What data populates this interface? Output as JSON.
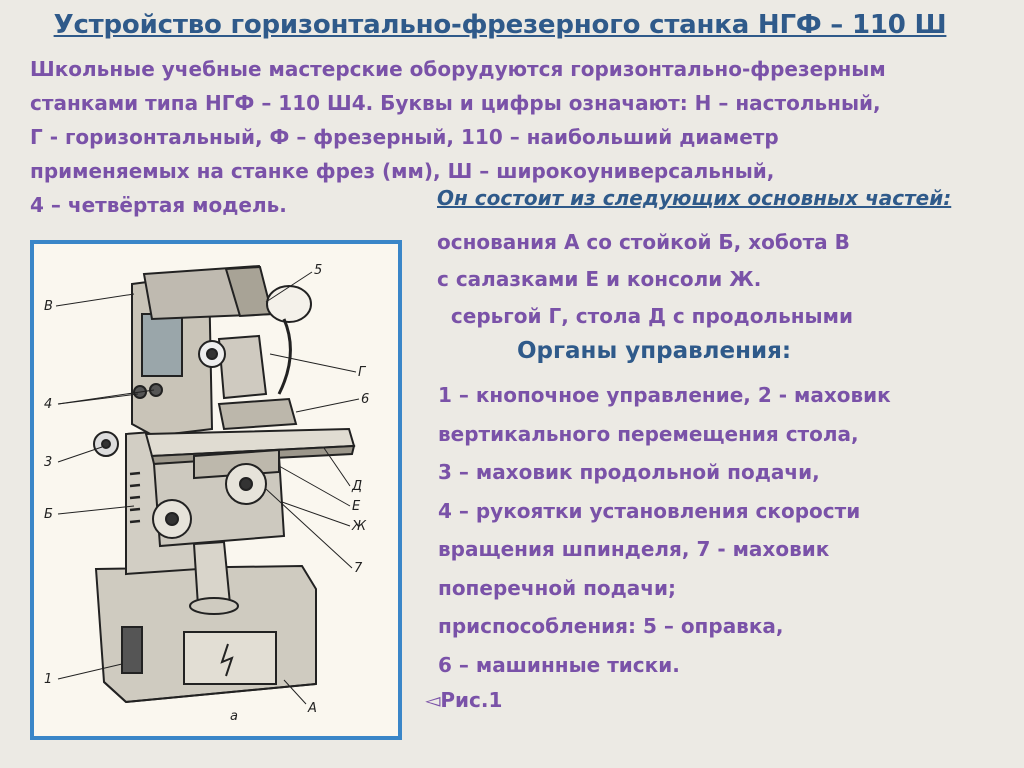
{
  "title": "Устройство горизонтально-фрезерного станка НГФ – 110 Ш",
  "intro_lines": [
    "Школьные учебные мастерские оборудуются  горизонтально-фрезерным",
    "станками типа НГФ – 110 Ш4. Буквы и цифры означают: Н – настольный,",
    "Г  - горизонтальный, Ф – фрезерный, 110 – наибольший диаметр",
    "применяемых на станке фрез (мм), Ш – широкоуниверсальный,",
    "4 – четвёртая модель."
  ],
  "parts_heading": "Он состоит из следующих основных частей:",
  "parts_lines": [
    "основания А со стойкой Б, хобота В",
    "с салазками  Е и консоли Ж.",
    "  серьгой Г, стола Д с продольными"
  ],
  "controls_heading": "Органы управления:",
  "controls_lines": [
    "1 – кнопочное управление, 2 - маховик",
    "вертикального перемещения стола,",
    "3 – маховик продольной подачи,",
    "4 – рукоятки установления скорости",
    "вращения шпинделя,  7 -  маховик",
    "поперечной подачи;",
    "приспособления: 5 – оправка,",
    "6 – машинные тиски."
  ],
  "figure_ref": "◅Рис.1",
  "figure": {
    "labels": {
      "v": "В",
      "five": "5",
      "four": "4",
      "three": "3",
      "b": "Б",
      "one": "1",
      "g": "Г",
      "six": "6",
      "d": "Д",
      "e": "Е",
      "zh": "Ж",
      "seven": "7",
      "a_small": "а",
      "a_big": "А"
    }
  },
  "colors": {
    "title": "#2f5a8a",
    "text": "#7a52a8",
    "frame": "#3a86c8",
    "background": "#eceae4"
  }
}
